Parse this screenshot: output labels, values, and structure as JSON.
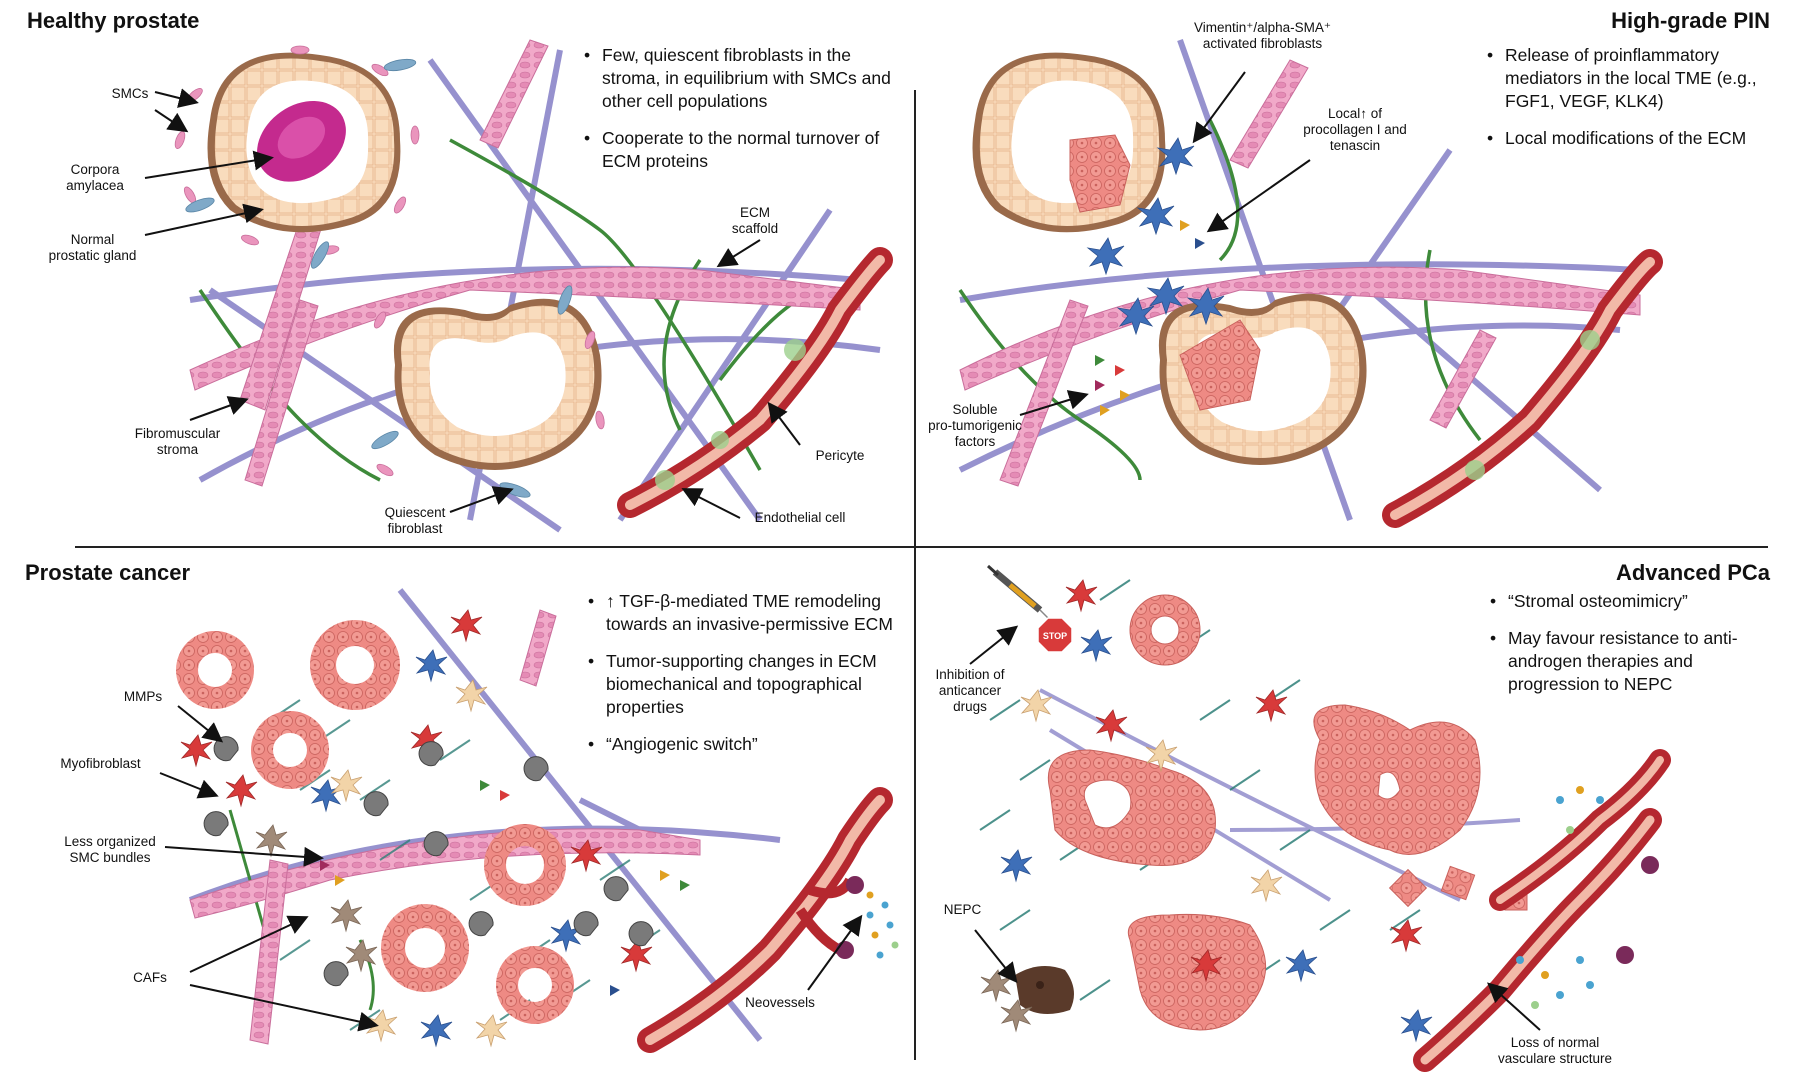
{
  "panels": {
    "healthy": {
      "title": "Healthy prostate",
      "bullets": [
        "Few, quiescent fibroblasts in the stroma, in equilibrium with SMCs and other cell populations",
        "Cooperate to the normal turnover of ECM proteins"
      ],
      "labels": {
        "smcs": "SMCs",
        "corpora": "Corpora\namylacea",
        "gland": "Normal\nprostatic gland",
        "stroma": "Fibromuscular\nstroma",
        "quiescent": "Quiescent\nfibroblast",
        "ecm": "ECM\nscaffold",
        "pericyte": "Pericyte",
        "endothelial": "Endothelial cell"
      }
    },
    "pin": {
      "title": "High-grade PIN",
      "bullets": [
        "Release of proinflammatory mediators in the local TME (e.g., FGF1, VEGF, KLK4)",
        "Local modifications of the ECM"
      ],
      "labels": {
        "activated": "Vimentin⁺/alpha-SMA⁺\nactivated fibroblasts",
        "procollagen": "Local↑ of\nprocollagen I and\ntenascin",
        "soluble": "Soluble\npro-tumorigenic\nfactors"
      }
    },
    "cancer": {
      "title": "Prostate cancer",
      "bullets": [
        "↑ TGF-β-mediated TME remodeling towards an invasive-permissive ECM",
        "Tumor-supporting changes in ECM biomechanical and topographical properties",
        "“Angiogenic switch”"
      ],
      "labels": {
        "mmps": "MMPs",
        "myofibroblast": "Myofibroblast",
        "smc_bundles": "Less organized\nSMC bundles",
        "cafs": "CAFs",
        "neovessels": "Neovessels"
      }
    },
    "advanced": {
      "title": "Advanced PCa",
      "bullets": [
        "“Stromal osteomimicry”",
        "May favour resistance to anti-androgen therapies and progression to NEPC"
      ],
      "labels": {
        "inhibition": "Inhibition of\nanticancer\ndrugs",
        "stop": "STOP",
        "nepc": "NEPC",
        "loss": "Loss of normal\nvasculare structure"
      }
    }
  },
  "colors": {
    "smc_pink": "#e98fb8",
    "ecm_purple": "#8b86c9",
    "ecm_green": "#3e8a3a",
    "gland_fill": "#f7d3b0",
    "gland_rim": "#9a6a4a",
    "tumor": "#ee8c86",
    "vessel": "#b5282f",
    "caf_red": "#d83a3a",
    "caf_blue": "#3e6fb8",
    "caf_tan": "#f2d4a8",
    "fibroblast": "#7fa9c8",
    "corpora": "#c42a8e"
  }
}
